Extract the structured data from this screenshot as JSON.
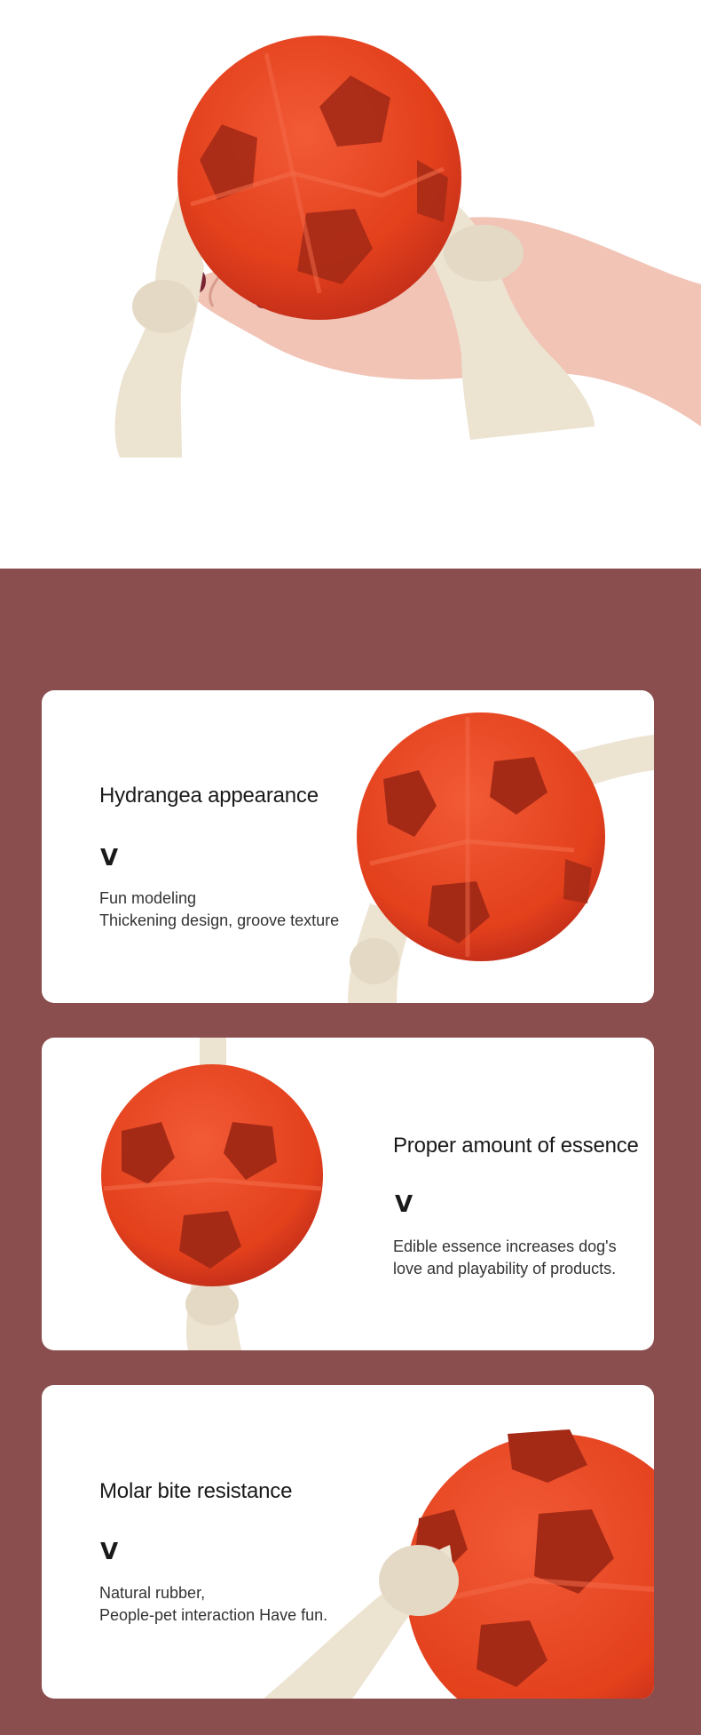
{
  "colors": {
    "maroon_background": "#8b4e4e",
    "ball_red": "#e8401f",
    "rope_cream": "#efe6d6",
    "card_white": "#ffffff"
  },
  "features": [
    {
      "title": "Hydrangea appearance",
      "chevron": "V",
      "lines": [
        "Fun modeling",
        "Thickening design, groove texture"
      ]
    },
    {
      "title": "Proper amount of essence",
      "chevron": "V",
      "lines": [
        "Edible essence increases dog's",
        "love and playability of products."
      ]
    },
    {
      "title": "Molar bite resistance",
      "chevron": "V",
      "lines": [
        "Natural rubber,",
        "People-pet interaction Have fun."
      ]
    }
  ]
}
